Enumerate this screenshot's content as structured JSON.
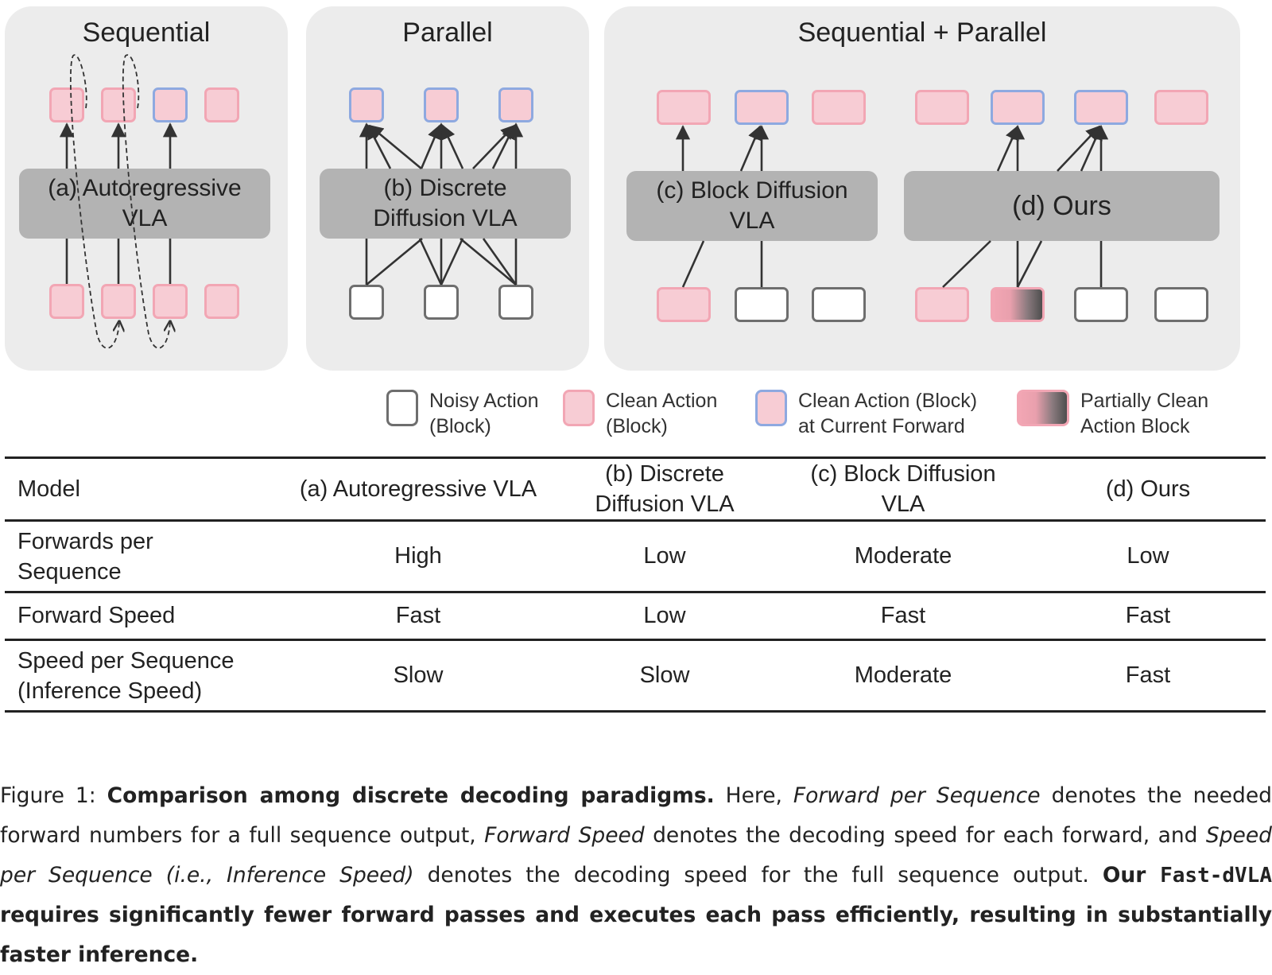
{
  "figure": {
    "panels": [
      {
        "title": "Sequential",
        "model_label": "(a) Autoregressive\nVLA"
      },
      {
        "title": "Parallel",
        "model_label": "(b) Discrete\nDiffusion VLA"
      },
      {
        "title": "Sequential + Parallel",
        "model_labels": [
          "(c) Block Diffusion\nVLA",
          "(d) Ours"
        ]
      }
    ],
    "legend": [
      {
        "swatch": "noisy",
        "label": "Noisy Action\n(Block)"
      },
      {
        "swatch": "clean",
        "label": "Clean Action\n(Block)"
      },
      {
        "swatch": "current",
        "label": "Clean Action (Block)\nat Current Forward"
      },
      {
        "swatch": "partial",
        "label": "Partially Clean\nAction Block"
      }
    ],
    "colors": {
      "panel_bg": "#ececec",
      "model_box": "#b3b3b3",
      "clean_fill": "#f7ccd4",
      "clean_border": "#f2a6b4",
      "current_border": "#8ea9e0",
      "noisy_border": "#6e6e6e"
    }
  },
  "table": {
    "headers": [
      "Model",
      "(a) Autoregressive VLA",
      "(b) Discrete\nDiffusion VLA",
      "(c) Block Diffusion\nVLA",
      "(d) Ours"
    ],
    "rows": [
      [
        "Forwards per\nSequence",
        "High",
        "Low",
        "Moderate",
        "Low"
      ],
      [
        "Forward Speed",
        "Fast",
        "Low",
        "Fast",
        "Fast"
      ],
      [
        "Speed per Sequence\n(Inference Speed)",
        "Slow",
        "Slow",
        "Moderate",
        "Fast"
      ]
    ]
  },
  "caption": {
    "figure_label": "Figure 1:",
    "bold_title": "Comparison among discrete decoding paradigms.",
    "text1": " Here, ",
    "term1": "Forward per Sequence",
    "text2": " denotes the needed forward numbers for a full sequence output, ",
    "term2": "Forward Speed",
    "text3": " denotes the decoding speed for each forward, and ",
    "term3": "Speed per Sequence (i.e., Inference Speed)",
    "text4": " denotes the decoding speed for the full sequence output. ",
    "bold_pre": "Our ",
    "method_name": "Fast-dVLA",
    "bold_post": " requires significantly fewer forward passes and executes each pass efficiently, resulting in substantially faster inference."
  }
}
